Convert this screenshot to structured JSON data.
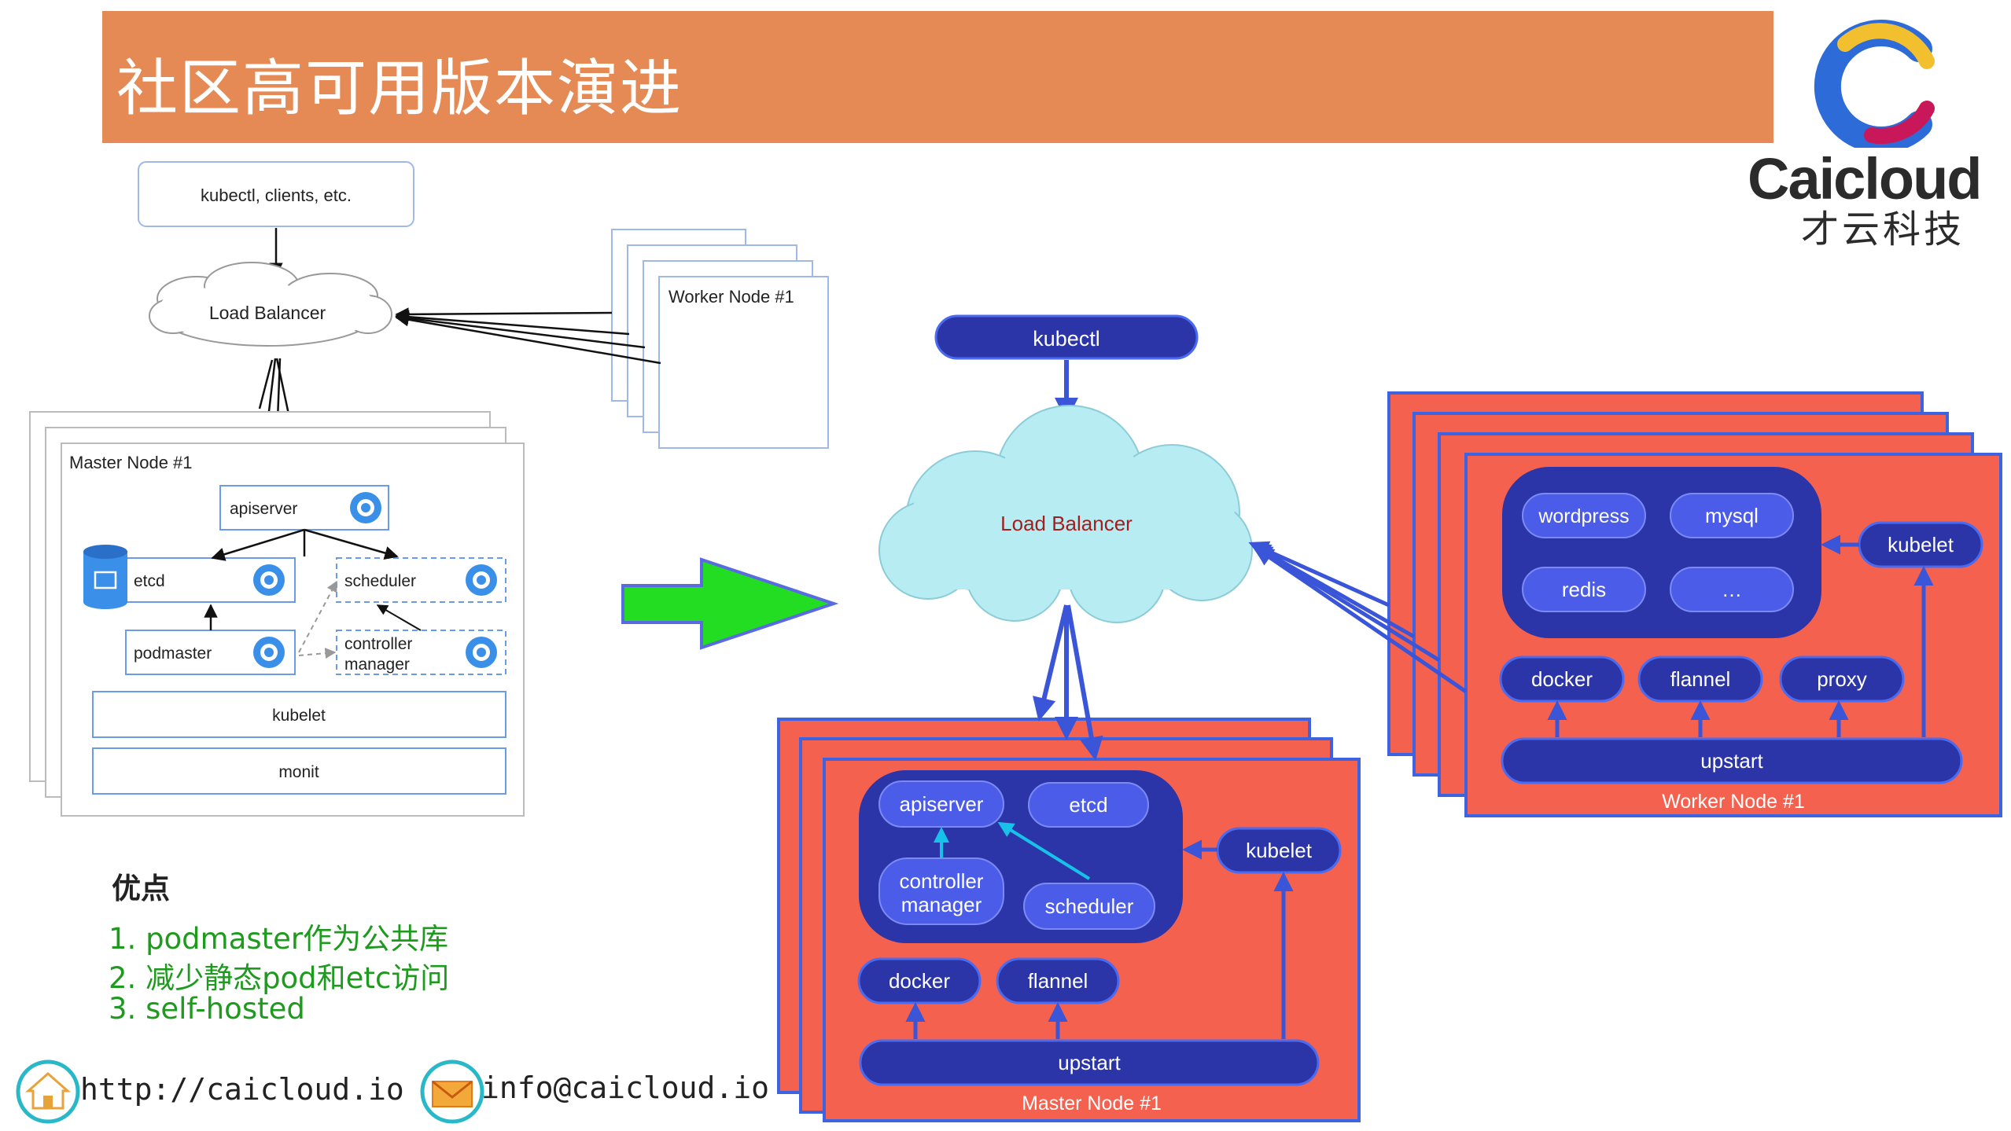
{
  "slide": {
    "title": "社区高可用版本演进",
    "logo_word": "Caicloud",
    "logo_sub": "才云科技"
  },
  "old_arch": {
    "clients": "kubectl, clients, etc.",
    "load_balancer": "Load Balancer",
    "worker_node": "Worker Node #1",
    "master_node": "Master Node #1",
    "apiserver": "apiserver",
    "etcd": "etcd",
    "scheduler": "scheduler",
    "podmaster": "podmaster",
    "controller_manager_line1": "controller",
    "controller_manager_line2": "manager",
    "kubelet": "kubelet",
    "monit": "monit"
  },
  "new_arch": {
    "kubectl": "kubectl",
    "load_balancer": "Load Balancer",
    "master": {
      "apiserver": "apiserver",
      "etcd": "etcd",
      "controller_manager_line1": "controller",
      "controller_manager_line2": "manager",
      "scheduler": "scheduler",
      "kubelet": "kubelet",
      "docker": "docker",
      "flannel": "flannel",
      "upstart": "upstart",
      "label": "Master Node #1"
    },
    "worker": {
      "wordpress": "wordpress",
      "mysql": "mysql",
      "redis": "redis",
      "more": "…",
      "kubelet": "kubelet",
      "docker": "docker",
      "flannel": "flannel",
      "proxy": "proxy",
      "upstart": "upstart",
      "label": "Worker Node #1"
    }
  },
  "advantages": {
    "heading": "优点",
    "items": [
      "1. podmaster作为公共库",
      "2. 减少静态pod和etc访问",
      "3. self-hosted"
    ]
  },
  "footer": {
    "website": "http://caicloud.io",
    "email": "info@caicloud.io"
  },
  "colors": {
    "title_bar": "#E58A54",
    "node_red": "#F4614F",
    "node_border": "#3D63E0",
    "pill_dark": "#2B35A8",
    "pill_light": "#4B5CE8",
    "cloud": "#B7ECF2",
    "arrow_green": "#22DD22",
    "advantage_text": "#1E9A1E"
  }
}
